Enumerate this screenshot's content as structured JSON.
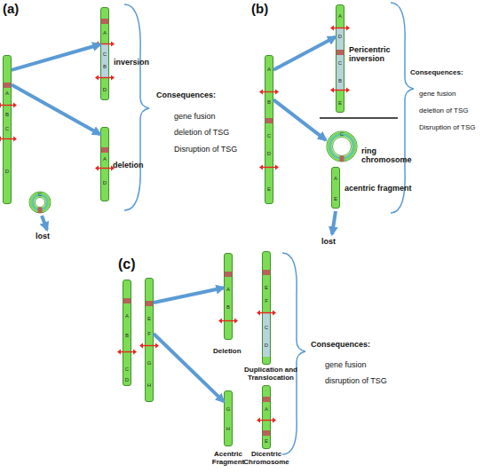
{
  "diagram": {
    "nodes": [
      {
        "text": [
          "A",
          "B",
          "C",
          "D"
        ]
      },
      {
        "text": [
          "A",
          "C",
          "B",
          "D"
        ]
      },
      {
        "text": [
          "A",
          "D"
        ]
      },
      {
        "text": [
          "C"
        ]
      },
      {
        "text": [
          "A",
          "B",
          "C",
          "D",
          "E"
        ]
      },
      {
        "text": [
          "A",
          "D",
          "C",
          "B",
          "E"
        ]
      },
      {
        "text": [
          "C"
        ]
      },
      {
        "text": [
          "A",
          "E"
        ]
      },
      {
        "text": [
          "A",
          "B",
          "C",
          "D"
        ]
      },
      {
        "text": [
          "E",
          "F",
          "G",
          "H"
        ]
      },
      {
        "text": [
          "A",
          "B"
        ]
      },
      {
        "text": [
          "E",
          "F",
          "C",
          "D"
        ]
      },
      {
        "text": [
          "G",
          "H"
        ]
      },
      {
        "text": [
          "A",
          "E"
        ]
      }
    ],
    "edges": [
      {
        "from": 0,
        "to": 1,
        "arrow": "to"
      },
      {
        "from": 0,
        "to": 2,
        "arrow": "to"
      },
      {
        "from": 4,
        "to": 5,
        "arrow": "to"
      },
      {
        "from": 4,
        "to": 6,
        "arrow": "to"
      },
      {
        "from": 9,
        "to": 10,
        "arrow": "to"
      },
      {
        "from": 9,
        "to": 12,
        "arrow": "to"
      }
    ],
    "labels": [
      "(a)",
      "inversion",
      "deletion",
      "lost",
      "Consequences:",
      "gene fusion",
      "deletion of TSG",
      "Disruption of TSG",
      "(b)",
      "Pericentric inversion",
      "ring chromosome",
      "acentric fragment",
      "lost",
      "Consequences:",
      "gene fusion",
      "deletion of TSG",
      "Disruption of TSG",
      "(c)",
      "Deletion",
      "Duplication and Translocation",
      "Acentric Fragment",
      "Dicentric Chromosome",
      "Consequences:",
      "gene fusion",
      "disruption of TSG"
    ]
  }
}
